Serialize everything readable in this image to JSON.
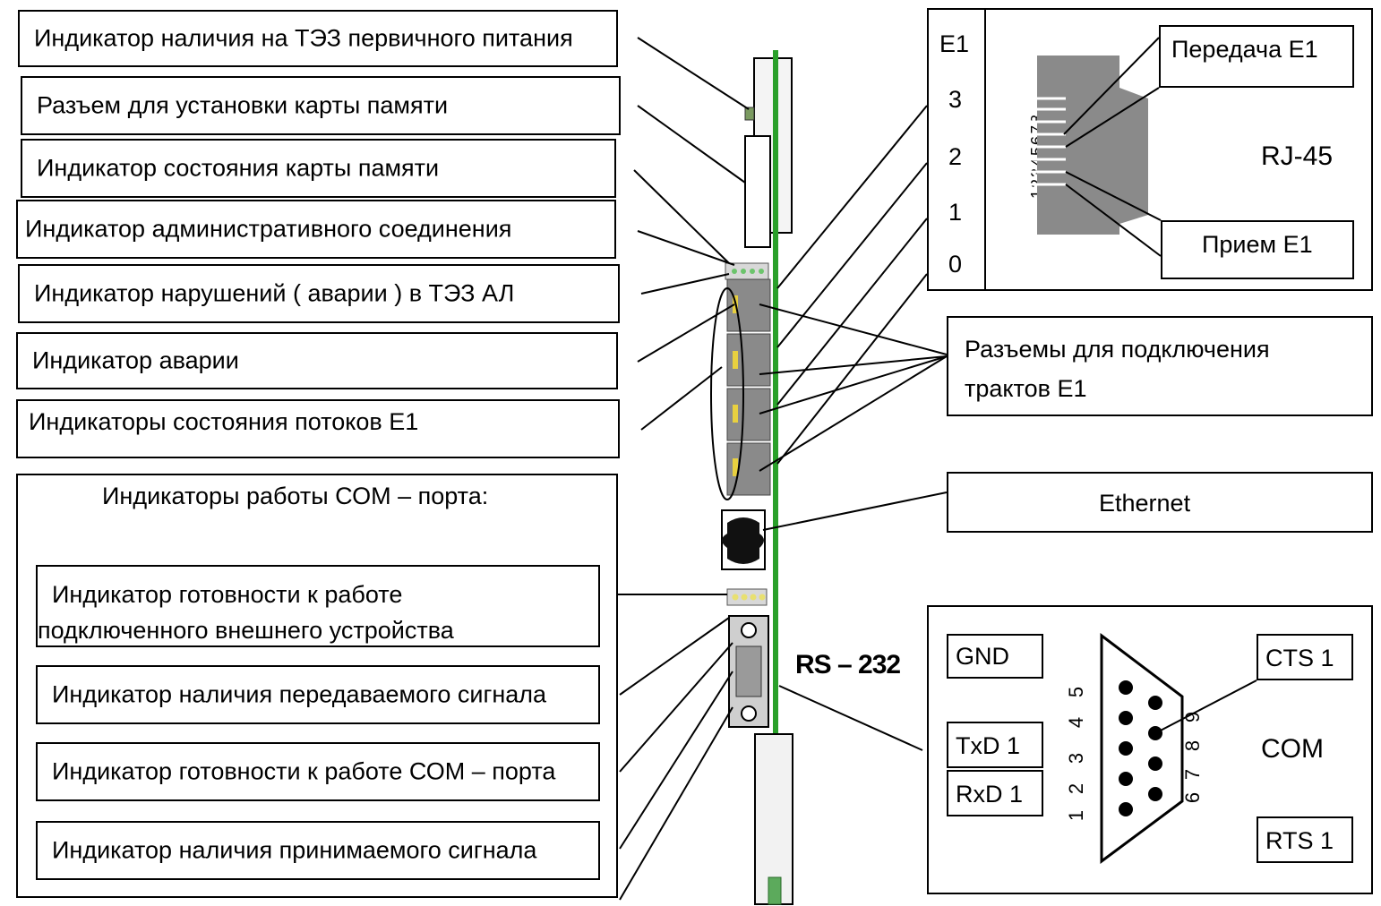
{
  "left_labels": [
    "Индикатор наличия на ТЭЗ первичного питания",
    "Разъем для установки карты памяти",
    "Индикатор состояния  карты памяти",
    "Индикатор административного соединения",
    "Индикатор нарушений ( аварии ) в ТЭЗ АЛ",
    "Индикатор аварии",
    "Индикаторы состояния потоков Е1"
  ],
  "com_group": {
    "title": "Индикаторы работы СОМ – порта:",
    "items": [
      [
        "Индикатор готовности к работе",
        "подключенного внешнего  устройства"
      ],
      [
        "Индикатор наличия передаваемого сигнала"
      ],
      [
        "Индикатор готовности к работе СОМ – порта"
      ],
      [
        "Индикатор наличия принимаемого сигнала"
      ]
    ]
  },
  "rj45_panel": {
    "ports": [
      "E1",
      "3",
      "2",
      "1",
      "0"
    ],
    "pin_numbers": "12345678",
    "tx_label": "Передача Е1",
    "rx_label": "Прием Е1",
    "connector_label": "RJ-45"
  },
  "e1_connectors_label": [
    "Разъемы для подключения",
    "трактов Е1"
  ],
  "ethernet_label": "Ethernet",
  "rs232_label": "RS – 232",
  "com_panel": {
    "gnd": "GND",
    "txd": "TxD 1",
    "rxd": "RxD 1",
    "cts": "CTS 1",
    "rts": "RTS 1",
    "com": "COM",
    "pins_left": [
      "1",
      "2",
      "3",
      "4",
      "5"
    ],
    "pins_right": [
      "6",
      "7",
      "8",
      "9"
    ]
  },
  "colors": {
    "board_green": "#2aa02a",
    "connector_gray": "#8a8a8a",
    "led_yellow": "#e8e070"
  }
}
